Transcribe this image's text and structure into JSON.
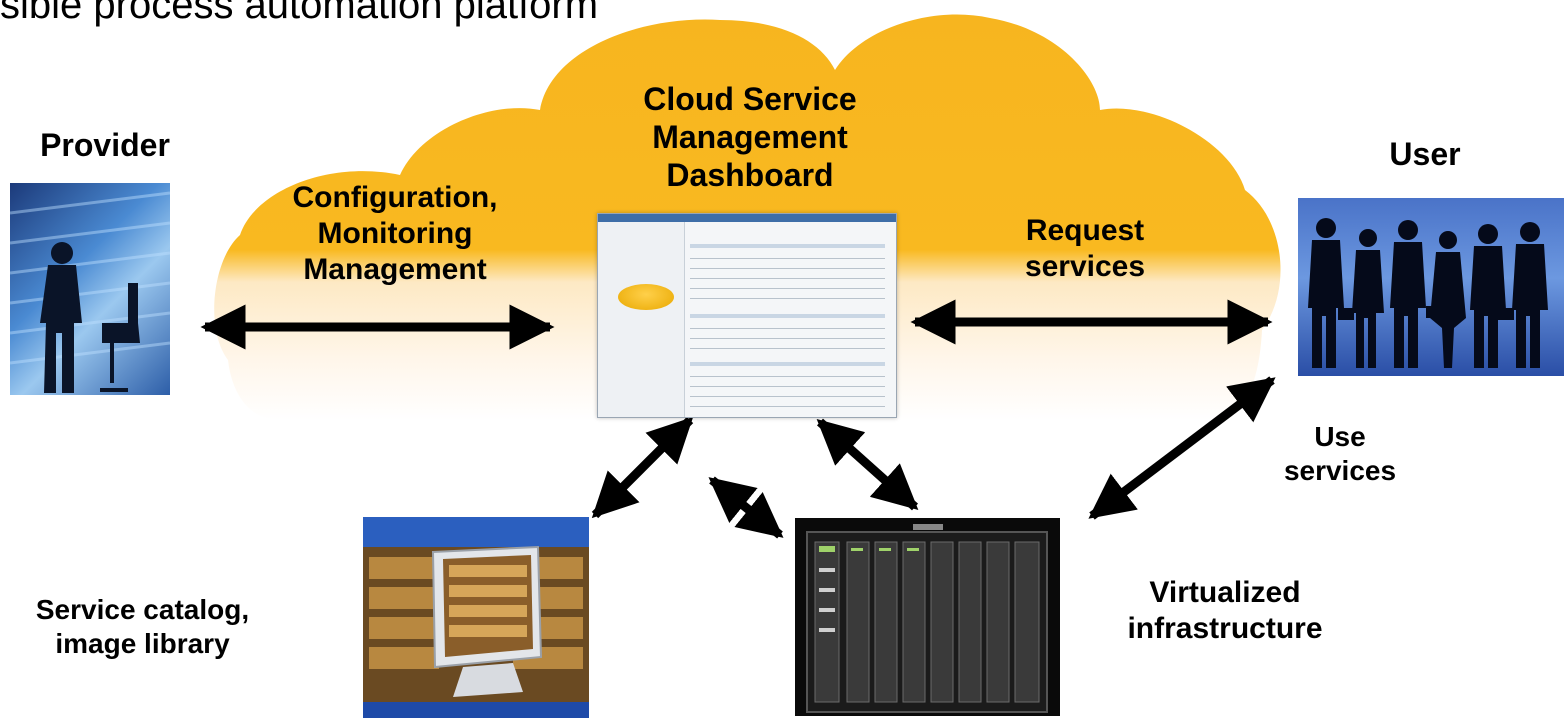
{
  "title": "sible process automation platform",
  "nodes": {
    "provider": "Provider",
    "user": "User",
    "dashboard": [
      "Cloud Service",
      "Management",
      "Dashboard"
    ],
    "config": [
      "Configuration,",
      "Monitoring",
      "Management"
    ],
    "request": [
      "Request",
      "services"
    ],
    "use": [
      "Use",
      "services"
    ],
    "catalog": [
      "Service catalog,",
      "image library"
    ],
    "infra": [
      "Virtualized",
      "infrastructure"
    ]
  },
  "colors": {
    "cloud_top": "#f7b51f",
    "cloud_bottom": "#ffffff",
    "arrow": "#000000"
  },
  "icons": {
    "provider_photo": "businessman-silhouette-photo",
    "user_photo": "business-people-silhouettes-photo",
    "catalog_photo": "monitor-bookshelf-photo",
    "infra_photo": "blade-server-rack-photo",
    "dashboard_screenshot": "dashboard-screenshot"
  }
}
